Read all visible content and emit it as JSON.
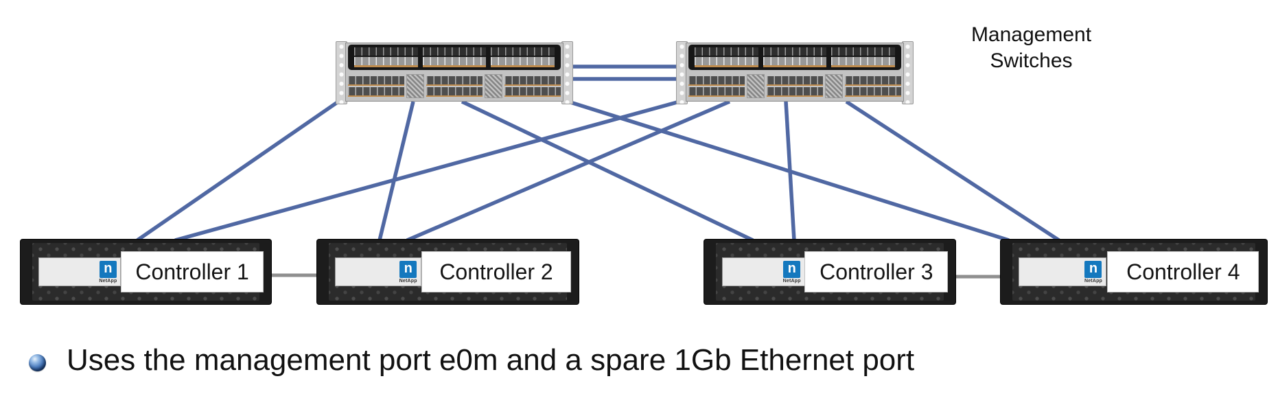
{
  "diagram": {
    "switch_group_label": "Management Switches",
    "switches": [
      {
        "id": "switch-1"
      },
      {
        "id": "switch-2"
      }
    ],
    "controllers": [
      {
        "id": "controller-1",
        "label": "Controller 1"
      },
      {
        "id": "controller-2",
        "label": "Controller 2"
      },
      {
        "id": "controller-3",
        "label": "Controller 3"
      },
      {
        "id": "controller-4",
        "label": "Controller 4"
      }
    ],
    "vendor_logo": {
      "glyph": "n",
      "word": "NetApp"
    },
    "connections": [
      {
        "from": "switch-1",
        "to": "switch-2",
        "type": "isl",
        "index": 1
      },
      {
        "from": "switch-1",
        "to": "switch-2",
        "type": "isl",
        "index": 2
      },
      {
        "from": "switch-1",
        "to": "controller-1",
        "type": "mgmt"
      },
      {
        "from": "switch-1",
        "to": "controller-2",
        "type": "mgmt"
      },
      {
        "from": "switch-1",
        "to": "controller-3",
        "type": "mgmt"
      },
      {
        "from": "switch-1",
        "to": "controller-4",
        "type": "mgmt"
      },
      {
        "from": "switch-2",
        "to": "controller-1",
        "type": "mgmt"
      },
      {
        "from": "switch-2",
        "to": "controller-2",
        "type": "mgmt"
      },
      {
        "from": "switch-2",
        "to": "controller-3",
        "type": "mgmt"
      },
      {
        "from": "switch-2",
        "to": "controller-4",
        "type": "mgmt"
      },
      {
        "from": "controller-1",
        "to": "controller-2",
        "type": "ha"
      },
      {
        "from": "controller-3",
        "to": "controller-4",
        "type": "ha"
      }
    ]
  },
  "bullet": {
    "text": "Uses the management port e0m and a spare 1Gb Ethernet port"
  },
  "colors": {
    "link_blue": "#5068a3",
    "ha_gray": "#8f8f8f",
    "logo_blue": "#1478be",
    "text": "#111111"
  }
}
